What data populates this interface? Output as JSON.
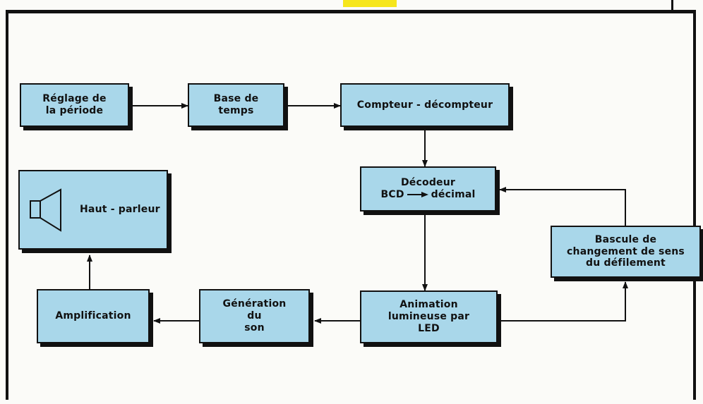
{
  "blocks": {
    "reglage": "Réglage de\nla période",
    "base": "Base de\ntemps",
    "compteur": "Compteur - décompteur",
    "decodeur_line1": "Décodeur",
    "decodeur_bcd": "BCD",
    "decodeur_dec": "décimal",
    "haut_parleur": "Haut - parleur",
    "bascule": "Bascule de\nchangement de sens\ndu défilement",
    "amplification": "Amplification",
    "generation": "Génération\ndu\nson",
    "animation": "Animation\nlumineuse par\nLED"
  },
  "colors": {
    "block_fill": "#a9d7ea",
    "line": "#111111",
    "highlight": "#f6e61c"
  },
  "icons": {
    "speaker": "speaker-icon",
    "arrow": "arrow-right-icon"
  }
}
